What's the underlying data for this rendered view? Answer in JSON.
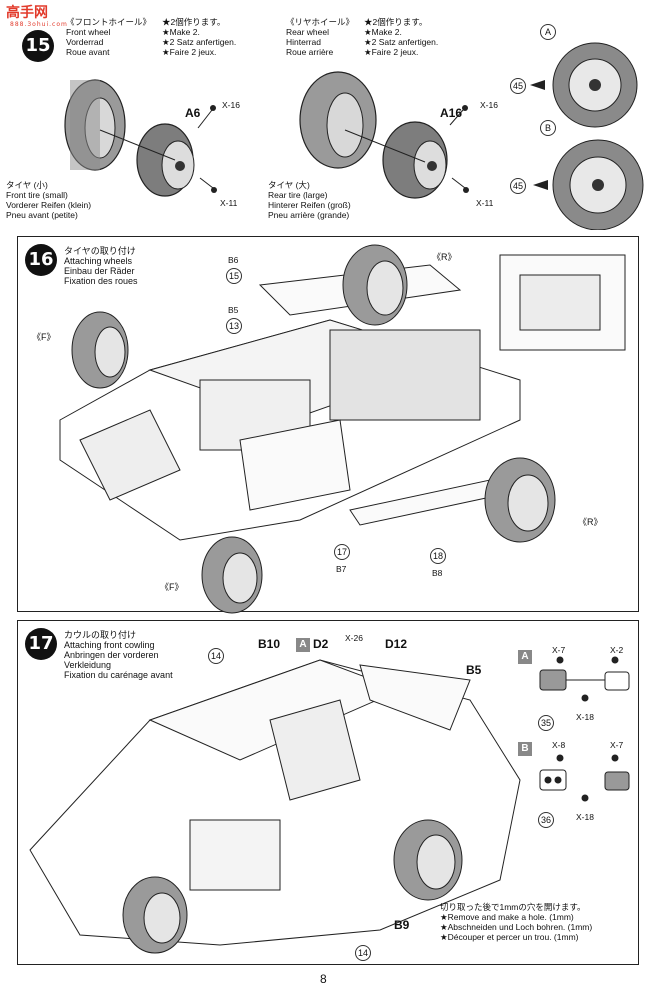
{
  "watermark": {
    "logo": "高手网",
    "sub": "888.3ohui.com"
  },
  "step15": {
    "num": "15",
    "front": {
      "title": "《フロントホイール》",
      "en": "Front wheel",
      "de": "Vorderrad",
      "fr": "Roue avant",
      "notes": [
        "★2個作ります。",
        "★Make 2.",
        "★2 Satz anfertigen.",
        "★Faire 2 jeux."
      ],
      "part": "A6",
      "screw_top": "X-16",
      "screw_bottom": "X-11",
      "tire": [
        "タイヤ (小)",
        "Front tire (small)",
        "Vorderer Reifen (klein)",
        "Pneu avant (petite)"
      ]
    },
    "rear": {
      "title": "《リヤホイール》",
      "en": "Rear wheel",
      "de": "Hinterrad",
      "fr": "Roue arrière",
      "notes": [
        "★2個作ります。",
        "★Make 2.",
        "★2 Satz anfertigen.",
        "★Faire 2 jeux."
      ],
      "part": "A16",
      "screw_top": "X-16",
      "screw_bottom": "X-11",
      "tire": [
        "タイヤ (大)",
        "Rear tire (large)",
        "Hinterer Reifen (groß)",
        "Pneu arrière (grande)"
      ]
    },
    "side": {
      "a": "A",
      "b": "B",
      "num": "45"
    }
  },
  "step16": {
    "num": "16",
    "title": [
      "タイヤの取り付け",
      "Attaching wheels",
      "Einbau der Räder",
      "Fixation des roues"
    ],
    "labels": {
      "r_top": "《R》",
      "r_bottom": "《R》",
      "f_left": "《F》",
      "f_bottom": "《F》"
    },
    "parts": {
      "p15": "15",
      "p13": "13",
      "p17": "17",
      "p18": "18",
      "b5": "B5",
      "b6": "B6",
      "b7": "B7",
      "b8": "B8"
    }
  },
  "step17": {
    "num": "17",
    "title": [
      "カウルの取り付け",
      "Attaching front cowling",
      "Anbringen der vorderen",
      "Verkleidung",
      "Fixation du carénage avant"
    ],
    "parts": {
      "b10": "B10",
      "d2": "D2",
      "x26": "X-26",
      "d12": "D12",
      "b5": "B5",
      "b9": "B9",
      "a": "A",
      "p14": "14"
    },
    "detailA": {
      "label": "A",
      "x7": "X-7",
      "x2": "X-2",
      "x18": "X-18",
      "num": "35"
    },
    "detailB": {
      "label": "B",
      "x8": "X-8",
      "x7": "X-7",
      "x18": "X-18",
      "num": "36"
    },
    "note": [
      "切り取った後で1mmの穴を開けます。",
      "★Remove and make a hole. (1mm)",
      "★Abschneiden und Loch bohren. (1mm)",
      "★Découper et percer un trou. (1mm)"
    ]
  },
  "page": "8"
}
